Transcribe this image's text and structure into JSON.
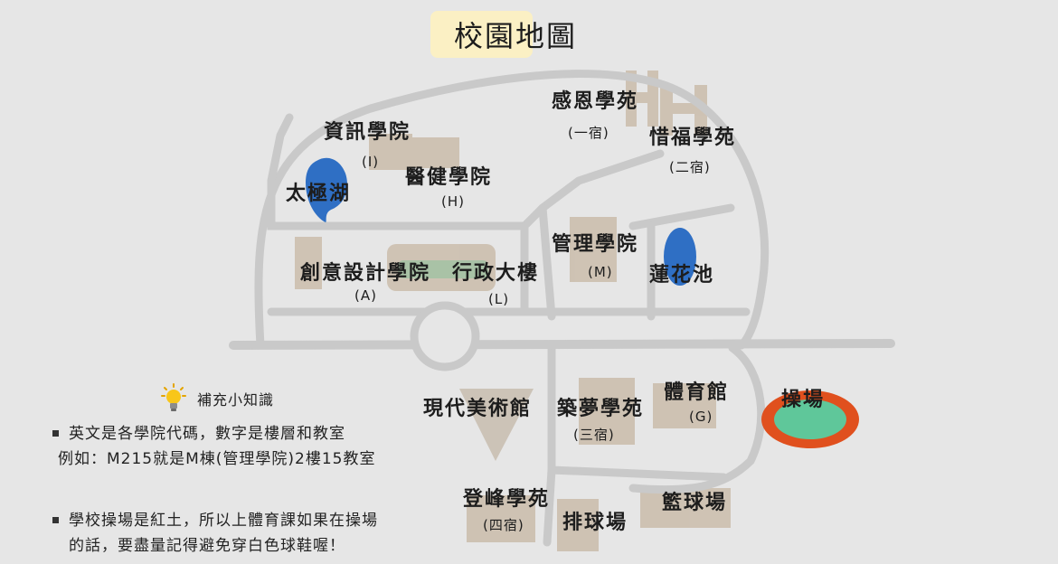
{
  "title": "校園地圖",
  "labels": {
    "info_college": "資訊學院",
    "info_code": "(I)",
    "medical_college": "醫健學院",
    "medical_code": "(H)",
    "taiji_lake": "太極湖",
    "enen_dorm": "感恩學苑",
    "enen_code": "(一宿)",
    "xifu_dorm": "惜福學苑",
    "xifu_code": "(二宿)",
    "design_college": "創意設計學院",
    "design_code": "(A)",
    "admin_building": "行政大樓",
    "admin_code": "(L)",
    "management_college": "管理學院",
    "management_code": "(M)",
    "lotus_pond": "蓮花池",
    "art_museum": "現代美術館",
    "zhumeng_dorm": "築夢學苑",
    "zhumeng_code": "(三宿)",
    "gym": "體育館",
    "gym_code": "(G)",
    "track_field": "操場",
    "dengfeng_dorm": "登峰學苑",
    "dengfeng_code": "(四宿)",
    "volleyball_court": "排球場",
    "basketball_court": "籃球場"
  },
  "tips": {
    "heading": "補充小知識",
    "note1_line1": "英文是各學院代碼，數字是樓層和教室",
    "note1_line2": "例如：M215就是M棟(管理學院)2樓15教室",
    "note2_line1": "學校操場是紅土，所以上體育課如果在操場",
    "note2_line2": "的話，要盡量記得避免穿白色球鞋喔！"
  },
  "colors": {
    "background": "#e6e6e6",
    "road": "#c9c9c9",
    "building": "#c7b7a3",
    "water": "#2f6fc4",
    "track": "#e0501e",
    "field": "#5fc79a",
    "title_highlight": "#fbf0c4"
  },
  "icons": {
    "tips_icon": "lightbulb-icon"
  }
}
